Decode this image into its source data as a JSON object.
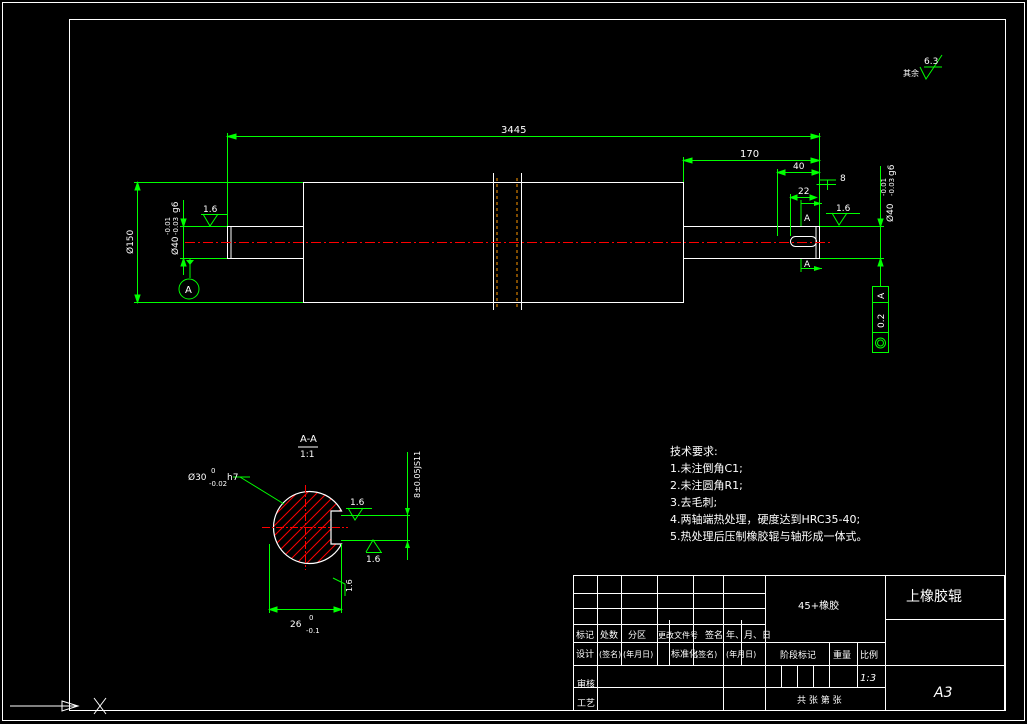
{
  "colors": {
    "background": "#000000",
    "frame": "#ffffff",
    "dimension": "#00ff00",
    "centerline": "#ff0000",
    "hidden": "#ff9900",
    "text_cn": "#ffffff",
    "text_dim": "#ffffff"
  },
  "roughness_global": {
    "symbol": "其余",
    "value": "6.3"
  },
  "main_view": {
    "overall_length": "3445",
    "right_section_length": "170",
    "key_length": "40",
    "key_offset": "22",
    "end_offset": "8",
    "roller_diameter": "Ø150",
    "left_journal": {
      "diameter": "Ø40",
      "tol_upper": "-0.01",
      "tol_lower": "-0.03",
      "fit": "g6"
    },
    "right_journal": {
      "diameter": "Ø40",
      "tol_upper": "-0.01",
      "tol_lower": "-0.03",
      "fit": "g6"
    },
    "left_roughness": "1.6",
    "right_roughness": "1.6",
    "datum": "A",
    "section_marker": "A",
    "runout_tolerance": {
      "value": "0.2",
      "datum": "A"
    }
  },
  "section_view": {
    "title": "A-A",
    "scale": "1:1",
    "shaft_diameter": "Ø30",
    "shaft_tol_upper": "0",
    "shaft_tol_lower": "-0.02",
    "shaft_fit": "h7",
    "depth_dim": "26",
    "depth_tol_upper": "0",
    "depth_tol_lower": "-0.1",
    "keyway_dim": "8±0.05JS11",
    "roughness_a": "1.6",
    "roughness_b": "1.6",
    "roughness_c": "1.6"
  },
  "tech_requirements": {
    "title": "技术要求:",
    "items": [
      "1.未注倒角C1;",
      "2.未注圆角R1;",
      "3.去毛刺;",
      "4.两轴端热处理，硬度达到HRC35-40;",
      "5.热处理后压制橡胶辊与轴形成一体式。"
    ]
  },
  "title_block": {
    "material": "45+橡胶",
    "part_name": "上橡胶辊",
    "sheet_size": "A3",
    "scale": "1:3",
    "headers_row": [
      "标记",
      "处数",
      "分区",
      "更改文件号",
      "签名",
      "年、月、日"
    ],
    "design_row": [
      "设计",
      "(签名)",
      "(年月日)",
      "标准化",
      "(签名)",
      "(年月日)"
    ],
    "stage_label": "阶段标记",
    "weight_label": "重量",
    "scale_label": "比例",
    "review": "审核",
    "process": "工艺",
    "sheets": "共  张  第  张"
  }
}
